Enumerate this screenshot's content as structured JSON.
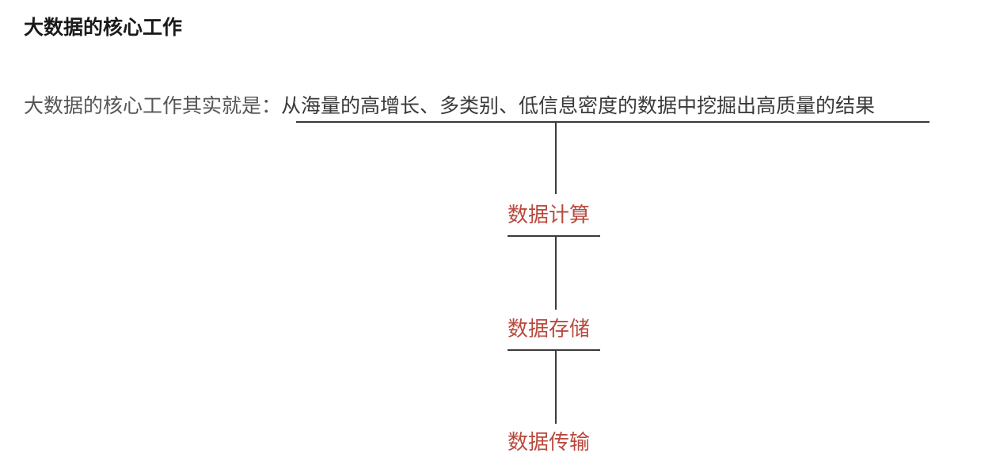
{
  "title": "大数据的核心工作",
  "statement": {
    "lead": "大数据的核心工作其实就是：",
    "core": "从海量的高增长、多类别、低信息密度的数据中挖掘出高质量的结果"
  },
  "nodes": [
    {
      "label": "数据计算"
    },
    {
      "label": "数据存储"
    },
    {
      "label": "数据传输"
    }
  ],
  "colors": {
    "node_text": "#b94a3e",
    "line": "#3a3a3a"
  }
}
